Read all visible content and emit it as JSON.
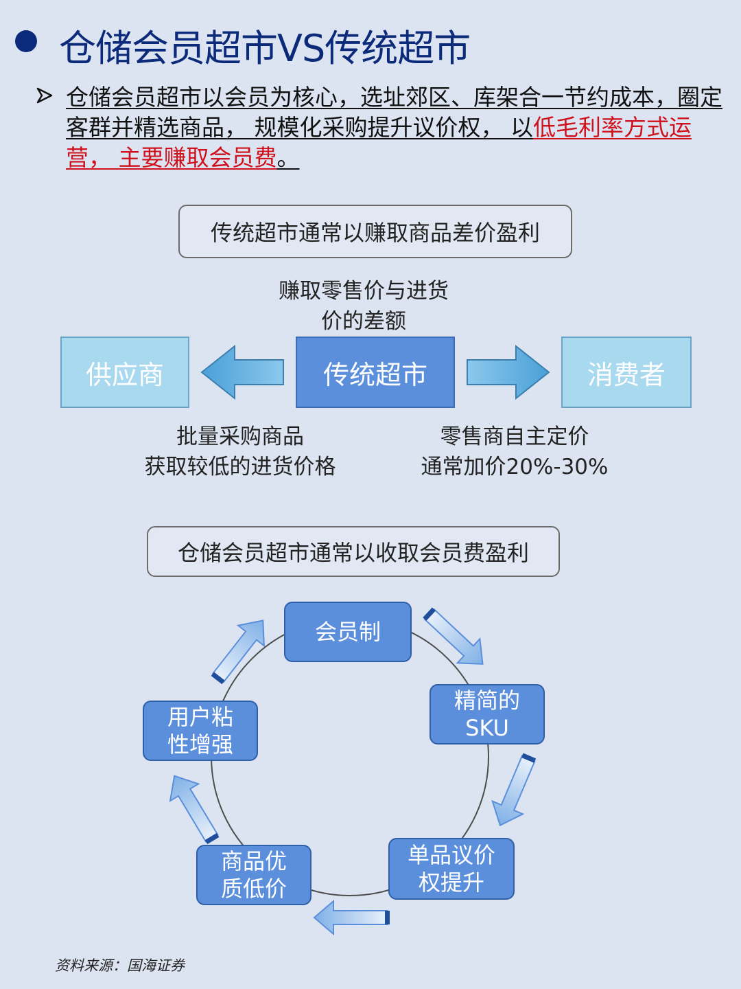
{
  "title": "仓储会员超市VS传统超市",
  "paragraph": {
    "normal": "仓储会员超市以会员为核心，选址郊区、库架合一节约成本，圈定客群并精选商品， 规模化采购提升议价权， 以",
    "highlight": "低毛利率方式运营， 主要赚取会员费",
    "end": "。"
  },
  "traditional": {
    "header": "传统超市通常以赚取商品差价盈利",
    "center_note_line1": "赚取零售价与进货",
    "center_note_line2": "价的差额",
    "supplier": "供应商",
    "market": "传统超市",
    "consumer": "消费者",
    "left_note_line1": "批量采购商品",
    "left_note_line2": "获取较低的进货价格",
    "right_note_line1": "零售商自主定价",
    "right_note_line2": "通常加价20%-30%"
  },
  "warehouse": {
    "header": "仓储会员超市通常以收取会员费盈利",
    "nodes": [
      "会员制",
      "精简的\nSKU",
      "单品议价\n权提升",
      "商品优\n质低价",
      "用户粘\n性增强"
    ]
  },
  "colors": {
    "title": "#0b2a7a",
    "highlight_red": "#d0101b",
    "node_blue": "#5b8fdc",
    "light_blue": "#a9d9ef"
  },
  "source": "资料来源：国海证券"
}
